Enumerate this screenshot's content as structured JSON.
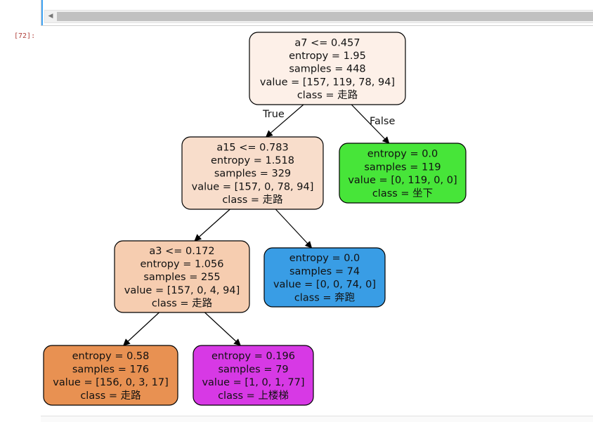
{
  "cell": {
    "prompt": "[72]:"
  },
  "icons": {
    "scroll_left": "triangle-left-icon"
  },
  "tree": {
    "nodes": [
      {
        "id": "n0",
        "lines": [
          "a7 <= 0.457",
          "entropy = 1.95",
          "samples = 448",
          "value = [157, 119, 78, 94]",
          "class = 走路"
        ],
        "fill": "#fdf0e8"
      },
      {
        "id": "n1",
        "lines": [
          "a15 <= 0.783",
          "entropy = 1.518",
          "samples = 329",
          "value = [157, 0, 78, 94]",
          "class = 走路"
        ],
        "fill": "#f8ddcb"
      },
      {
        "id": "n2",
        "lines": [
          "entropy = 0.0",
          "samples = 119",
          "value = [0, 119, 0, 0]",
          "class = 坐下"
        ],
        "fill": "#47e539"
      },
      {
        "id": "n3",
        "lines": [
          "a3 <= 0.172",
          "entropy = 1.056",
          "samples = 255",
          "value = [157, 0, 4, 94]",
          "class = 走路"
        ],
        "fill": "#f6cdb0"
      },
      {
        "id": "n4",
        "lines": [
          "entropy = 0.0",
          "samples = 74",
          "value = [0, 0, 74, 0]",
          "class = 奔跑"
        ],
        "fill": "#399de5"
      },
      {
        "id": "n5",
        "lines": [
          "entropy = 0.58",
          "samples = 176",
          "value = [156, 0, 3, 17]",
          "class = 走路"
        ],
        "fill": "#e89152"
      },
      {
        "id": "n6",
        "lines": [
          "entropy = 0.196",
          "samples = 79",
          "value = [1, 0, 1, 77]",
          "class = 上楼梯"
        ],
        "fill": "#d739e5"
      }
    ],
    "edges": [
      {
        "from": "n0",
        "to": "n1",
        "label": "True"
      },
      {
        "from": "n0",
        "to": "n2",
        "label": "False"
      },
      {
        "from": "n1",
        "to": "n3",
        "label": ""
      },
      {
        "from": "n1",
        "to": "n4",
        "label": ""
      },
      {
        "from": "n3",
        "to": "n5",
        "label": ""
      },
      {
        "from": "n3",
        "to": "n6",
        "label": ""
      }
    ]
  }
}
